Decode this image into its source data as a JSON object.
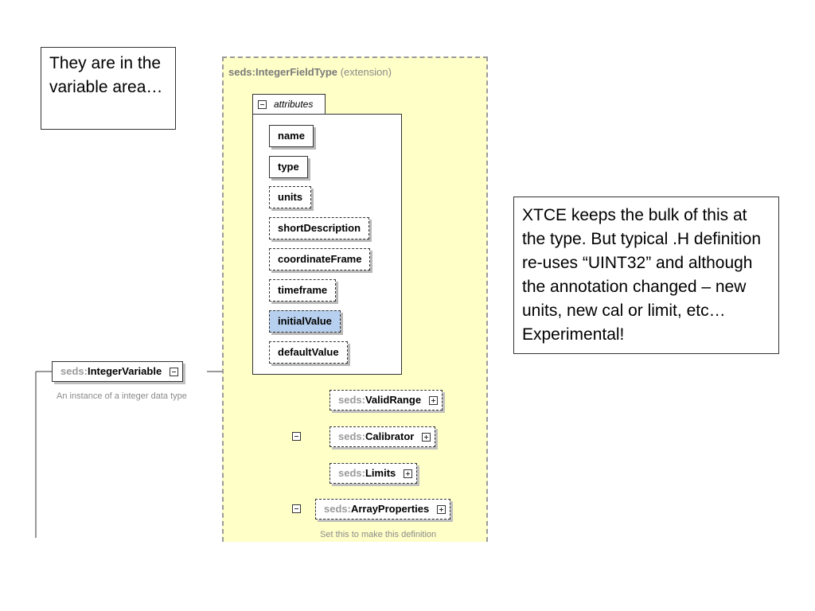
{
  "callouts": {
    "left": "They are in the variable area…",
    "right": "XTCE keeps the bulk of this at the type.  But typical .H definition re-uses “UINT32” and although the annotation changed – new units, new cal or limit, etc…  Experimental!"
  },
  "field_type": {
    "prefix": "seds:",
    "name": "IntegerFieldType",
    "note": "(extension)"
  },
  "attributes": {
    "label": "attributes",
    "items": [
      "name",
      "type",
      "units",
      "shortDescription",
      "coordinateFrame",
      "timeframe",
      "initialValue",
      "defaultValue"
    ]
  },
  "variable": {
    "prefix": "seds:",
    "name": "IntegerVariable",
    "description": "An instance of a integer data type"
  },
  "children": [
    {
      "prefix": "seds:",
      "name": "ValidRange"
    },
    {
      "prefix": "seds:",
      "name": "Calibrator"
    },
    {
      "prefix": "seds:",
      "name": "Limits"
    },
    {
      "prefix": "seds:",
      "name": "ArrayProperties"
    }
  ],
  "array_description": "Set this to make this definition",
  "colors": {
    "panel": "#ffffc8",
    "highlight": "#b8d0ef",
    "prefix": "#9a9a9a"
  }
}
